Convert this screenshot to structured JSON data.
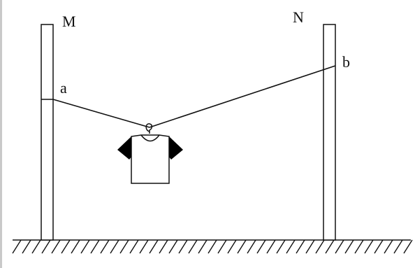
{
  "diagram": {
    "pole_left_label": "M",
    "pole_right_label": "N",
    "point_left_label": "a",
    "point_right_label": "b"
  },
  "colors": {
    "line": "#111111",
    "left_border": "#c9c9c9",
    "background": "#ffffff",
    "sleeve": "#000000",
    "shirt_body": "#ffffff"
  }
}
